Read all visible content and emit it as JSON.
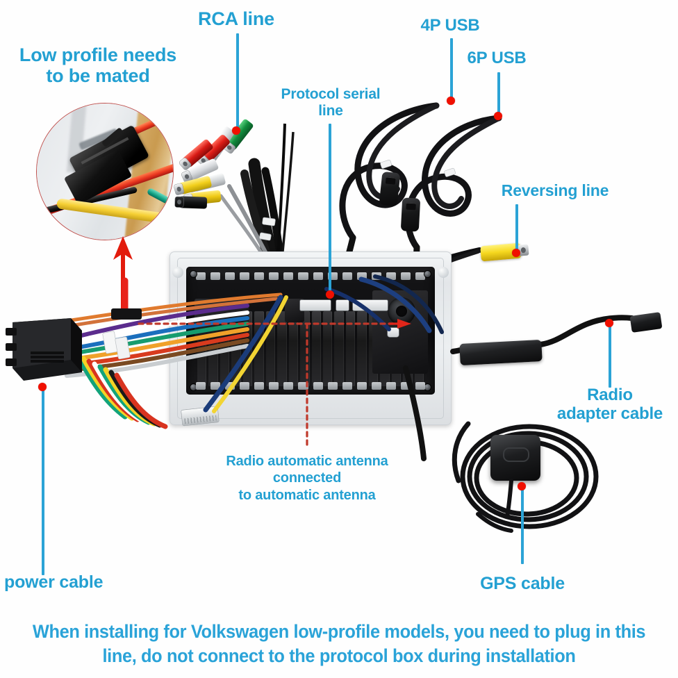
{
  "diagram": {
    "title": "Car stereo head unit wiring / cable identification diagram",
    "accent_color": "#23a0d2",
    "pointer_dot_color": "#f01000",
    "inset_border_color": "#c0504d"
  },
  "labels": {
    "low_profile": "Low profile needs\nto be mated",
    "rca_line": "RCA line",
    "protocol_serial_line": "Protocol serial\nline",
    "usb_4p": "4P USB",
    "usb_6p": "6P USB",
    "reversing_line": "Reversing line",
    "radio_adapter_cable": "Radio\nadapter cable",
    "gps_cable": "GPS cable",
    "power_cable": "power cable",
    "radio_auto_antenna": "Radio automatic antenna\nconnected\nto automatic antenna"
  },
  "caption": {
    "line1": "When installing for Volkswagen low-profile models, you need to plug in this",
    "line2": "line, do not connect to the protocol box during installation"
  },
  "components": {
    "inset_photo": "black 2-pin low-profile connector with red, yellow and black wires",
    "head_unit": "car radio head unit rear chassis with heat-sink fins and connector block",
    "power_connector": "black ISO power harness connector",
    "gps_antenna": "GPS antenna puck with coiled cable",
    "radio_adapter": "inline radio adapter cable module",
    "reversing_connector": "yellow RCA reverse camera connector",
    "usb_cables": "two coiled black USB extension cables",
    "rca_cluster": "fan of RCA connectors: red, white, green, yellow, black"
  },
  "icons": {
    "up_arrow": "red-up-arrow",
    "pointer_dot": "red-pointer-dot",
    "dotted_route": "red-dotted-antenna-route"
  }
}
